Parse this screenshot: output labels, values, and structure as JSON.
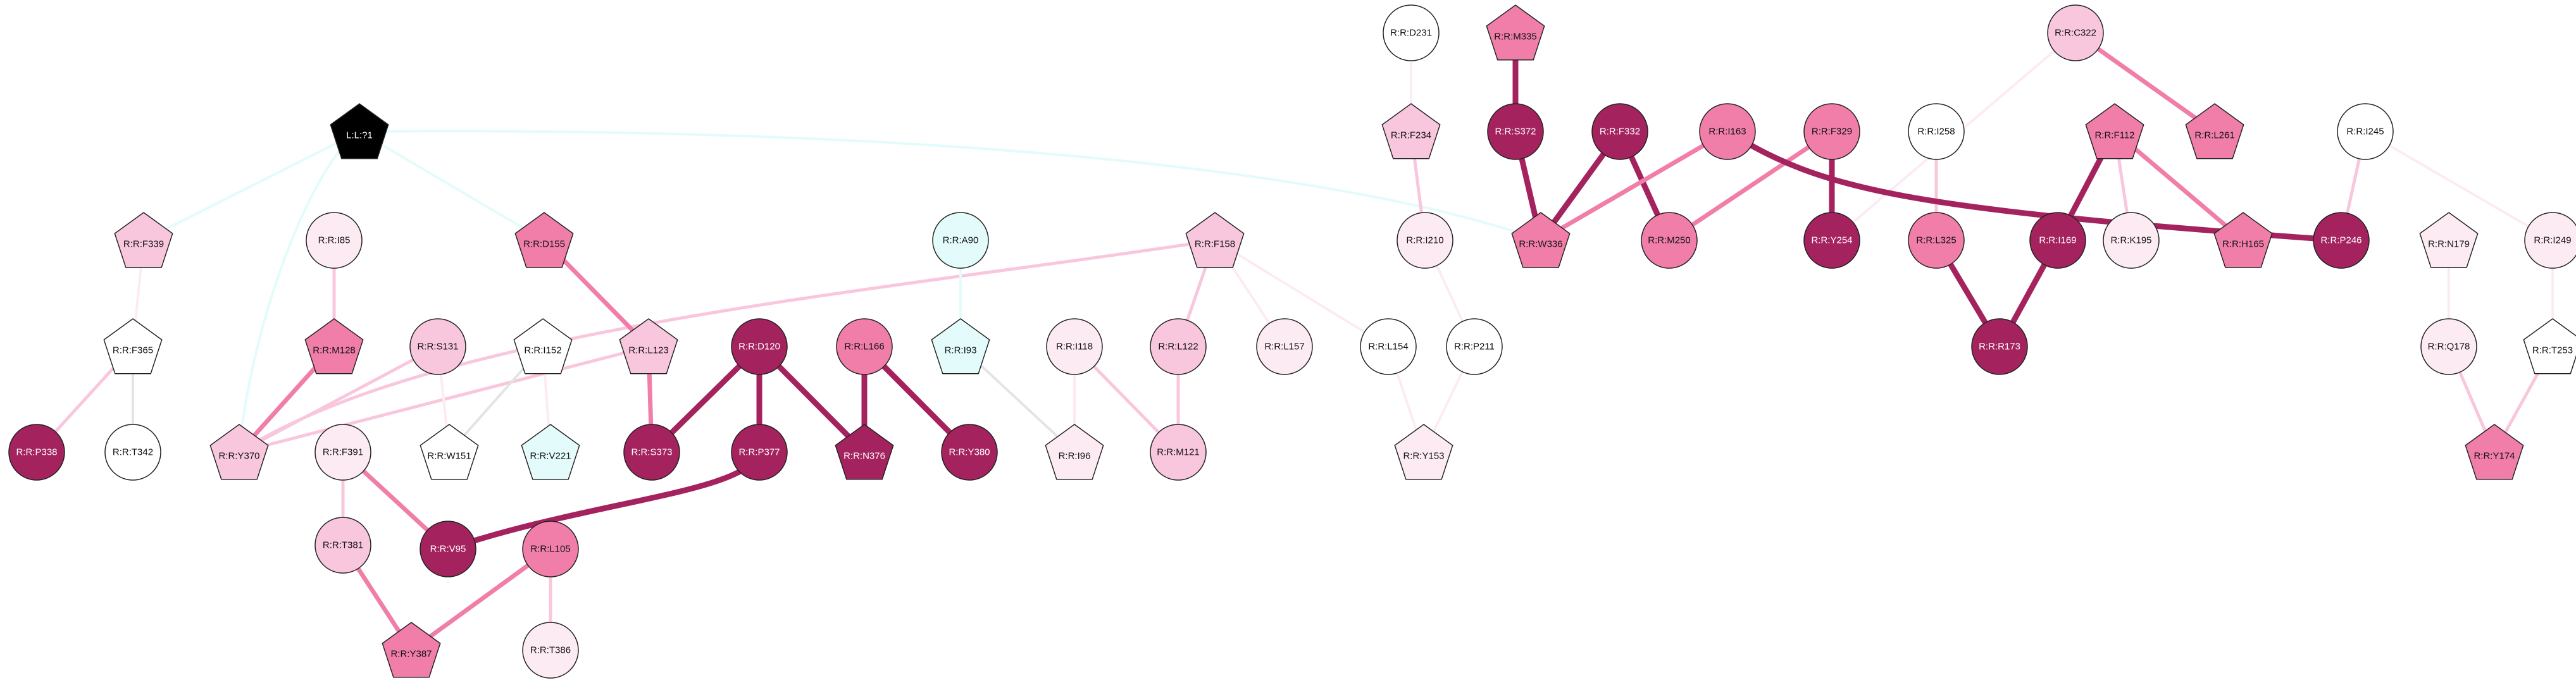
{
  "colors": {
    "c0": "#A4235E",
    "c1": "#F07EA9",
    "c2": "#F9C7DD",
    "c3": "#FDEBF3",
    "c4": "#FFFFFF",
    "c5": "#E3FBFB",
    "c6": "#000000"
  },
  "nodes": [
    {
      "id": "L:L:?1",
      "label": "L:L:?1",
      "shape": "pentagon",
      "color": "c6"
    },
    {
      "id": "R:R:F339",
      "label": "R:R:F339",
      "shape": "pentagon",
      "color": "c2"
    },
    {
      "id": "R:R:F365",
      "label": "R:R:F365",
      "shape": "pentagon",
      "color": "c4"
    },
    {
      "id": "R:R:P338",
      "label": "R:R:P338",
      "shape": "circle",
      "color": "c0"
    },
    {
      "id": "R:R:T342",
      "label": "R:R:T342",
      "shape": "circle",
      "color": "c4"
    },
    {
      "id": "R:R:I85",
      "label": "R:R:I85",
      "shape": "circle",
      "color": "c3"
    },
    {
      "id": "R:R:M128",
      "label": "R:R:M128",
      "shape": "pentagon",
      "color": "c1"
    },
    {
      "id": "R:R:Y370",
      "label": "R:R:Y370",
      "shape": "pentagon",
      "color": "c2"
    },
    {
      "id": "R:R:S131",
      "label": "R:R:S131",
      "shape": "circle",
      "color": "c2"
    },
    {
      "id": "R:R:I152",
      "label": "R:R:I152",
      "shape": "pentagon",
      "color": "c4"
    },
    {
      "id": "R:R:W151",
      "label": "R:R:W151",
      "shape": "pentagon",
      "color": "c4"
    },
    {
      "id": "R:R:V221",
      "label": "R:R:V221",
      "shape": "pentagon",
      "color": "c5"
    },
    {
      "id": "R:R:D155",
      "label": "R:R:D155",
      "shape": "pentagon",
      "color": "c1"
    },
    {
      "id": "R:R:L123",
      "label": "R:R:L123",
      "shape": "pentagon",
      "color": "c2"
    },
    {
      "id": "R:R:F391",
      "label": "R:R:F391",
      "shape": "circle",
      "color": "c3"
    },
    {
      "id": "R:R:T381",
      "label": "R:R:T381",
      "shape": "circle",
      "color": "c2"
    },
    {
      "id": "R:R:V95",
      "label": "R:R:V95",
      "shape": "circle",
      "color": "c0"
    },
    {
      "id": "R:R:L105",
      "label": "R:R:L105",
      "shape": "circle",
      "color": "c1"
    },
    {
      "id": "R:R:Y387",
      "label": "R:R:Y387",
      "shape": "pentagon",
      "color": "c1"
    },
    {
      "id": "R:R:T386",
      "label": "R:R:T386",
      "shape": "circle",
      "color": "c3"
    },
    {
      "id": "R:R:D120",
      "label": "R:R:D120",
      "shape": "circle",
      "color": "c0"
    },
    {
      "id": "R:R:S373",
      "label": "R:R:S373",
      "shape": "circle",
      "color": "c0"
    },
    {
      "id": "R:R:P377",
      "label": "R:R:P377",
      "shape": "circle",
      "color": "c0"
    },
    {
      "id": "R:R:L166",
      "label": "R:R:L166",
      "shape": "circle",
      "color": "c1"
    },
    {
      "id": "R:R:N376",
      "label": "R:R:N376",
      "shape": "pentagon",
      "color": "c0"
    },
    {
      "id": "R:R:Y380",
      "label": "R:R:Y380",
      "shape": "circle",
      "color": "c0"
    },
    {
      "id": "R:R:A90",
      "label": "R:R:A90",
      "shape": "circle",
      "color": "c5"
    },
    {
      "id": "R:R:I93",
      "label": "R:R:I93",
      "shape": "pentagon",
      "color": "c5"
    },
    {
      "id": "R:R:I96",
      "label": "R:R:I96",
      "shape": "pentagon",
      "color": "c3"
    },
    {
      "id": "R:R:I118",
      "label": "R:R:I118",
      "shape": "circle",
      "color": "c3"
    },
    {
      "id": "R:R:M121",
      "label": "R:R:M121",
      "shape": "circle",
      "color": "c2"
    },
    {
      "id": "R:R:F158",
      "label": "R:R:F158",
      "shape": "pentagon",
      "color": "c2"
    },
    {
      "id": "R:R:L122",
      "label": "R:R:L122",
      "shape": "circle",
      "color": "c2"
    },
    {
      "id": "R:R:L157",
      "label": "R:R:L157",
      "shape": "circle",
      "color": "c3"
    },
    {
      "id": "R:R:L154",
      "label": "R:R:L154",
      "shape": "circle",
      "color": "c4"
    },
    {
      "id": "R:R:D231",
      "label": "R:R:D231",
      "shape": "circle",
      "color": "c4"
    },
    {
      "id": "R:R:F234",
      "label": "R:R:F234",
      "shape": "pentagon",
      "color": "c2"
    },
    {
      "id": "R:R:I210",
      "label": "R:R:I210",
      "shape": "circle",
      "color": "c3"
    },
    {
      "id": "R:R:P211",
      "label": "R:R:P211",
      "shape": "circle",
      "color": "c4"
    },
    {
      "id": "R:R:Y153",
      "label": "R:R:Y153",
      "shape": "pentagon",
      "color": "c3"
    },
    {
      "id": "R:R:M335",
      "label": "R:R:M335",
      "shape": "pentagon",
      "color": "c1"
    },
    {
      "id": "R:R:S372",
      "label": "R:R:S372",
      "shape": "circle",
      "color": "c0"
    },
    {
      "id": "R:R:W336",
      "label": "R:R:W336",
      "shape": "pentagon",
      "color": "c1"
    },
    {
      "id": "R:R:F332",
      "label": "R:R:F332",
      "shape": "circle",
      "color": "c0"
    },
    {
      "id": "R:R:M250",
      "label": "R:R:M250",
      "shape": "circle",
      "color": "c1"
    },
    {
      "id": "R:R:I163",
      "label": "R:R:I163",
      "shape": "circle",
      "color": "c1"
    },
    {
      "id": "R:R:F329",
      "label": "R:R:F329",
      "shape": "circle",
      "color": "c1"
    },
    {
      "id": "R:R:Y254",
      "label": "R:R:Y254",
      "shape": "circle",
      "color": "c0"
    },
    {
      "id": "R:R:I258",
      "label": "R:R:I258",
      "shape": "circle",
      "color": "c4"
    },
    {
      "id": "R:R:L325",
      "label": "R:R:L325",
      "shape": "circle",
      "color": "c1"
    },
    {
      "id": "R:R:C322",
      "label": "R:R:C322",
      "shape": "circle",
      "color": "c2"
    },
    {
      "id": "R:R:L261",
      "label": "R:R:L261",
      "shape": "pentagon",
      "color": "c1"
    },
    {
      "id": "R:R:F112",
      "label": "R:R:F112",
      "shape": "pentagon",
      "color": "c1"
    },
    {
      "id": "R:R:I169",
      "label": "R:R:I169",
      "shape": "circle",
      "color": "c0"
    },
    {
      "id": "R:R:R173",
      "label": "R:R:R173",
      "shape": "circle",
      "color": "c0"
    },
    {
      "id": "R:R:K195",
      "label": "R:R:K195",
      "shape": "circle",
      "color": "c3"
    },
    {
      "id": "R:R:H165",
      "label": "R:R:H165",
      "shape": "pentagon",
      "color": "c1"
    },
    {
      "id": "R:R:I245",
      "label": "R:R:I245",
      "shape": "circle",
      "color": "c4"
    },
    {
      "id": "R:R:P246",
      "label": "R:R:P246",
      "shape": "circle",
      "color": "c0"
    },
    {
      "id": "R:R:N179",
      "label": "R:R:N179",
      "shape": "pentagon",
      "color": "c3"
    },
    {
      "id": "R:R:I249",
      "label": "R:R:I249",
      "shape": "circle",
      "color": "c3"
    },
    {
      "id": "R:R:Q178",
      "label": "R:R:Q178",
      "shape": "circle",
      "color": "c3"
    },
    {
      "id": "R:R:T253",
      "label": "R:R:T253",
      "shape": "pentagon",
      "color": "c4"
    },
    {
      "id": "R:R:Y174",
      "label": "R:R:Y174",
      "shape": "pentagon",
      "color": "c1"
    }
  ],
  "edges": [
    {
      "from": "L:L:?1",
      "to": "R:R:F339",
      "color": "c5",
      "strength": 1
    },
    {
      "from": "L:L:?1",
      "to": "R:R:Y370",
      "color": "c5",
      "strength": 1
    },
    {
      "from": "L:L:?1",
      "to": "R:R:D155",
      "color": "c5",
      "strength": 1
    },
    {
      "from": "L:L:?1",
      "to": "R:R:W336",
      "color": "c5",
      "strength": 1
    },
    {
      "from": "R:R:F339",
      "to": "R:R:F365",
      "color": "c3",
      "strength": 1
    },
    {
      "from": "R:R:F365",
      "to": "R:R:P338",
      "color": "c2",
      "strength": 2
    },
    {
      "from": "R:R:F365",
      "to": "R:R:T342",
      "color": "grey",
      "strength": 1
    },
    {
      "from": "R:R:I85",
      "to": "R:R:M128",
      "color": "c2",
      "strength": 2
    },
    {
      "from": "R:R:M128",
      "to": "R:R:Y370",
      "color": "c1",
      "strength": 3
    },
    {
      "from": "R:R:S131",
      "to": "R:R:Y370",
      "color": "c2",
      "strength": 2
    },
    {
      "from": "R:R:L123",
      "to": "R:R:Y370",
      "color": "c2",
      "strength": 2
    },
    {
      "from": "R:R:F158",
      "to": "R:R:Y370",
      "color": "c2",
      "strength": 2
    },
    {
      "from": "R:R:I152",
      "to": "R:R:W151",
      "color": "grey",
      "strength": 1
    },
    {
      "from": "R:R:S131",
      "to": "R:R:W151",
      "color": "c3",
      "strength": 1
    },
    {
      "from": "R:R:I152",
      "to": "R:R:V221",
      "color": "c3",
      "strength": 1
    },
    {
      "from": "R:R:D155",
      "to": "R:R:L123",
      "color": "c1",
      "strength": 3
    },
    {
      "from": "R:R:L123",
      "to": "R:R:S373",
      "color": "c1",
      "strength": 3
    },
    {
      "from": "R:R:F391",
      "to": "R:R:T381",
      "color": "c2",
      "strength": 2
    },
    {
      "from": "R:R:F391",
      "to": "R:R:V95",
      "color": "c1",
      "strength": 3
    },
    {
      "from": "R:R:T381",
      "to": "R:R:Y387",
      "color": "c1",
      "strength": 3
    },
    {
      "from": "R:R:L105",
      "to": "R:R:Y387",
      "color": "c1",
      "strength": 3
    },
    {
      "from": "R:R:L105",
      "to": "R:R:T386",
      "color": "c2",
      "strength": 2
    },
    {
      "from": "R:R:P377",
      "to": "R:R:V95",
      "color": "c0",
      "strength": 4
    },
    {
      "from": "R:R:D120",
      "to": "R:R:S373",
      "color": "c0",
      "strength": 4
    },
    {
      "from": "R:R:D120",
      "to": "R:R:P377",
      "color": "c0",
      "strength": 4
    },
    {
      "from": "R:R:D120",
      "to": "R:R:N376",
      "color": "c0",
      "strength": 4
    },
    {
      "from": "R:R:L166",
      "to": "R:R:N376",
      "color": "c0",
      "strength": 4
    },
    {
      "from": "R:R:L166",
      "to": "R:R:Y380",
      "color": "c0",
      "strength": 4
    },
    {
      "from": "R:R:A90",
      "to": "R:R:I93",
      "color": "c5",
      "strength": 1
    },
    {
      "from": "R:R:I93",
      "to": "R:R:I96",
      "color": "grey",
      "strength": 1
    },
    {
      "from": "R:R:I118",
      "to": "R:R:I96",
      "color": "c3",
      "strength": 1
    },
    {
      "from": "R:R:I118",
      "to": "R:R:M121",
      "color": "c2",
      "strength": 2
    },
    {
      "from": "R:R:L122",
      "to": "R:R:M121",
      "color": "c2",
      "strength": 2
    },
    {
      "from": "R:R:F158",
      "to": "R:R:L122",
      "color": "c2",
      "strength": 2
    },
    {
      "from": "R:R:F158",
      "to": "R:R:L157",
      "color": "c3",
      "strength": 1
    },
    {
      "from": "R:R:F158",
      "to": "R:R:L154",
      "color": "c3",
      "strength": 1
    },
    {
      "from": "R:R:L154",
      "to": "R:R:Y153",
      "color": "c3",
      "strength": 1
    },
    {
      "from": "R:R:P211",
      "to": "R:R:Y153",
      "color": "c3",
      "strength": 1
    },
    {
      "from": "R:R:I210",
      "to": "R:R:P211",
      "color": "c3",
      "strength": 1
    },
    {
      "from": "R:R:D231",
      "to": "R:R:F234",
      "color": "c3",
      "strength": 1
    },
    {
      "from": "R:R:F234",
      "to": "R:R:I210",
      "color": "c2",
      "strength": 2
    },
    {
      "from": "R:R:M335",
      "to": "R:R:S372",
      "color": "c0",
      "strength": 4
    },
    {
      "from": "R:R:S372",
      "to": "R:R:W336",
      "color": "c0",
      "strength": 4
    },
    {
      "from": "R:R:F332",
      "to": "R:R:W336",
      "color": "c0",
      "strength": 4
    },
    {
      "from": "R:R:F332",
      "to": "R:R:M250",
      "color": "c0",
      "strength": 4
    },
    {
      "from": "R:R:I163",
      "to": "R:R:W336",
      "color": "c1",
      "strength": 3
    },
    {
      "from": "R:R:F329",
      "to": "R:R:M250",
      "color": "c1",
      "strength": 3
    },
    {
      "from": "R:R:F329",
      "to": "R:R:Y254",
      "color": "c0",
      "strength": 4
    },
    {
      "from": "R:R:C322",
      "to": "R:R:Y254",
      "color": "c3",
      "strength": 1
    },
    {
      "from": "R:R:C322",
      "to": "R:R:L261",
      "color": "c1",
      "strength": 3
    },
    {
      "from": "R:R:I258",
      "to": "R:R:L325",
      "color": "c2",
      "strength": 2
    },
    {
      "from": "R:R:L325",
      "to": "R:R:R173",
      "color": "c0",
      "strength": 4
    },
    {
      "from": "R:R:I169",
      "to": "R:R:R173",
      "color": "c0",
      "strength": 4
    },
    {
      "from": "R:R:F112",
      "to": "R:R:I169",
      "color": "c0",
      "strength": 4
    },
    {
      "from": "R:R:F112",
      "to": "R:R:K195",
      "color": "c2",
      "strength": 2
    },
    {
      "from": "R:R:F112",
      "to": "R:R:H165",
      "color": "c1",
      "strength": 3
    },
    {
      "from": "R:R:I163",
      "to": "R:R:P246",
      "color": "c0",
      "strength": 4
    },
    {
      "from": "R:R:I245",
      "to": "R:R:P246",
      "color": "c2",
      "strength": 2
    },
    {
      "from": "R:R:I245",
      "to": "R:R:I249",
      "color": "c3",
      "strength": 1
    },
    {
      "from": "R:R:N179",
      "to": "R:R:Q178",
      "color": "c3",
      "strength": 1
    },
    {
      "from": "R:R:Q178",
      "to": "R:R:Y174",
      "color": "c2",
      "strength": 2
    },
    {
      "from": "R:R:I249",
      "to": "R:R:T253",
      "color": "c3",
      "strength": 1
    },
    {
      "from": "R:R:T253",
      "to": "R:R:Y174",
      "color": "c2",
      "strength": 2
    }
  ]
}
